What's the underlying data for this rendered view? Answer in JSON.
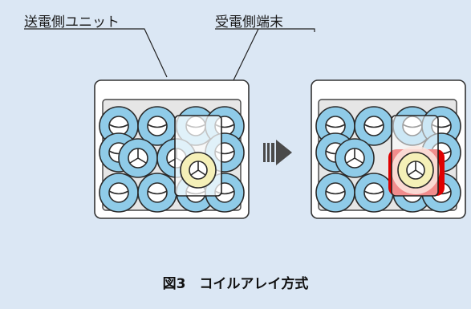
{
  "labels": {
    "transmitter_unit": "送電側ユニット",
    "receiver_terminal": "受電側端末"
  },
  "caption": "図3　コイルアレイ方式",
  "colors": {
    "background": "#dbe7f4",
    "coil_outer": "#8fcbe8",
    "coil_inner": "#ffffff",
    "highlight_red": "#e00000",
    "receiver_coil": "#f5f0b8"
  }
}
